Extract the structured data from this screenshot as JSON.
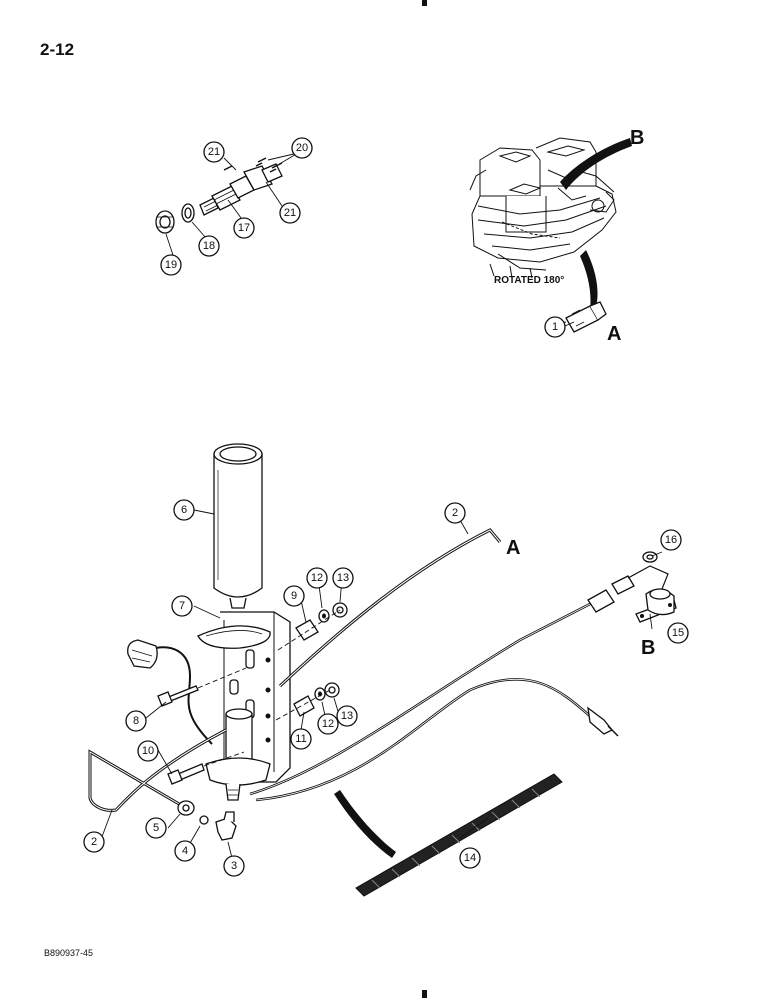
{
  "page": {
    "number": "2-12",
    "figure_code": "B890937-45"
  },
  "inset": {
    "rotation_note": "ROTATED 180°"
  },
  "letters": {
    "a": "A",
    "b": "B"
  },
  "callouts": {
    "c1": "1",
    "c2": "2",
    "c3": "3",
    "c4": "4",
    "c5": "5",
    "c6": "6",
    "c7": "7",
    "c8": "8",
    "c9": "9",
    "c10": "10",
    "c11": "11",
    "c12": "12",
    "c13": "13",
    "c14": "14",
    "c15": "15",
    "c16": "16",
    "c17": "17",
    "c18": "18",
    "c19": "19",
    "c20": "20",
    "c21": "21"
  },
  "colors": {
    "ink": "#111111",
    "paper": "#ffffff"
  }
}
